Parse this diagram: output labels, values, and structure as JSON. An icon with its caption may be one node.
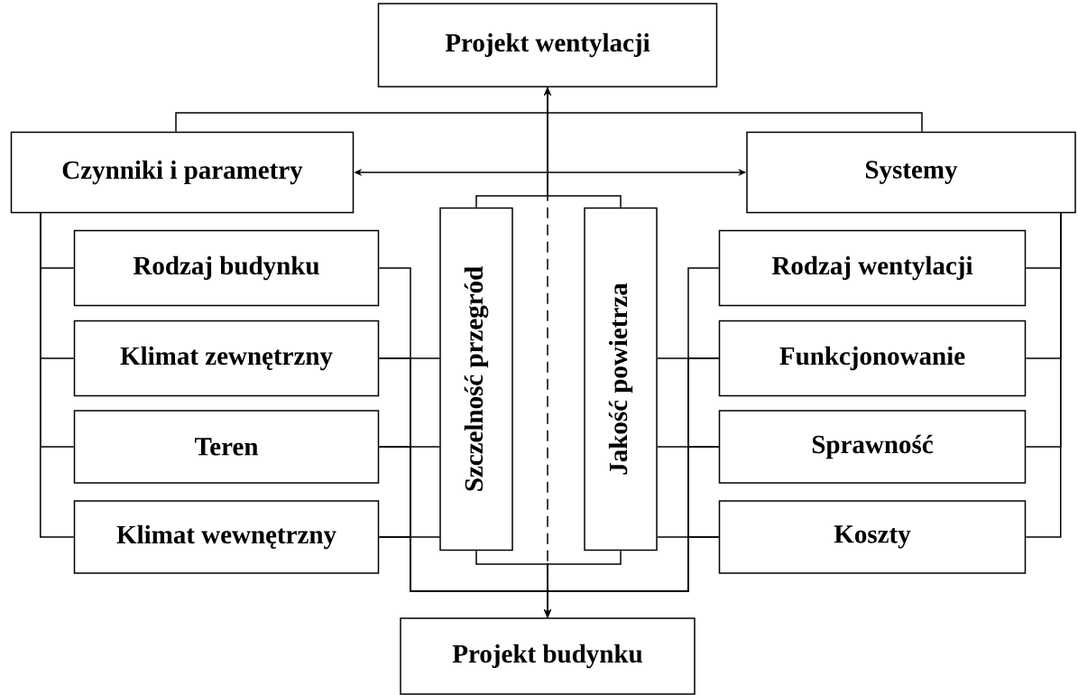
{
  "diagram": {
    "nodes": [
      {
        "text": [
          "Projekt wentylacji"
        ]
      },
      {
        "text": [
          "Czynniki i parametry"
        ]
      },
      {
        "text": [
          "Systemy"
        ]
      },
      {
        "text": [
          "Rodzaj budynku"
        ]
      },
      {
        "text": [
          "Klimat zewnętrzny"
        ]
      },
      {
        "text": [
          "Teren"
        ]
      },
      {
        "text": [
          "Klimat wewnętrzny"
        ]
      },
      {
        "text": [
          "Szczelność przegród"
        ]
      },
      {
        "text": [
          "Jakość powietrza"
        ]
      },
      {
        "text": [
          "Rodzaj wentylacji"
        ]
      },
      {
        "text": [
          "Funkcjonowanie"
        ]
      },
      {
        "text": [
          "Sprawność"
        ]
      },
      {
        "text": [
          "Koszty"
        ]
      },
      {
        "text": [
          "Projekt budynku"
        ]
      }
    ],
    "edges": [
      {
        "from": 1,
        "to": 3,
        "arrow": "none"
      },
      {
        "from": 1,
        "to": 4,
        "arrow": "none"
      },
      {
        "from": 1,
        "to": 5,
        "arrow": "none"
      },
      {
        "from": 1,
        "to": 6,
        "arrow": "none"
      },
      {
        "from": 2,
        "to": 9,
        "arrow": "none"
      },
      {
        "from": 2,
        "to": 10,
        "arrow": "none"
      },
      {
        "from": 2,
        "to": 11,
        "arrow": "none"
      },
      {
        "from": 2,
        "to": 12,
        "arrow": "none"
      },
      {
        "from": 1,
        "to": 2,
        "arrow": "both"
      },
      {
        "from": 1,
        "to": 0,
        "arrow": "to"
      },
      {
        "from": 2,
        "to": 0,
        "arrow": "to"
      },
      {
        "from": 7,
        "to": 0,
        "arrow": "to"
      },
      {
        "from": 8,
        "to": 0,
        "arrow": "to"
      },
      {
        "from": 7,
        "to": 13,
        "arrow": "to"
      },
      {
        "from": 8,
        "to": 13,
        "arrow": "to"
      },
      {
        "from": 3,
        "to": 13,
        "arrow": "to"
      },
      {
        "from": 4,
        "to": 13,
        "arrow": "to"
      },
      {
        "from": 5,
        "to": 13,
        "arrow": "to"
      },
      {
        "from": 6,
        "to": 13,
        "arrow": "to"
      },
      {
        "from": 9,
        "to": 13,
        "arrow": "to"
      },
      {
        "from": 10,
        "to": 13,
        "arrow": "to"
      },
      {
        "from": 11,
        "to": 13,
        "arrow": "to"
      },
      {
        "from": 12,
        "to": 13,
        "arrow": "to"
      },
      {
        "from": 4,
        "to": 7,
        "arrow": "none"
      },
      {
        "from": 5,
        "to": 7,
        "arrow": "none"
      },
      {
        "from": 6,
        "to": 7,
        "arrow": "none"
      },
      {
        "from": 10,
        "to": 8,
        "arrow": "none"
      },
      {
        "from": 11,
        "to": 8,
        "arrow": "none"
      },
      {
        "from": 12,
        "to": 8,
        "arrow": "none"
      },
      {
        "from": 0,
        "to": 13,
        "arrow": "none",
        "style": "dashed"
      }
    ]
  }
}
